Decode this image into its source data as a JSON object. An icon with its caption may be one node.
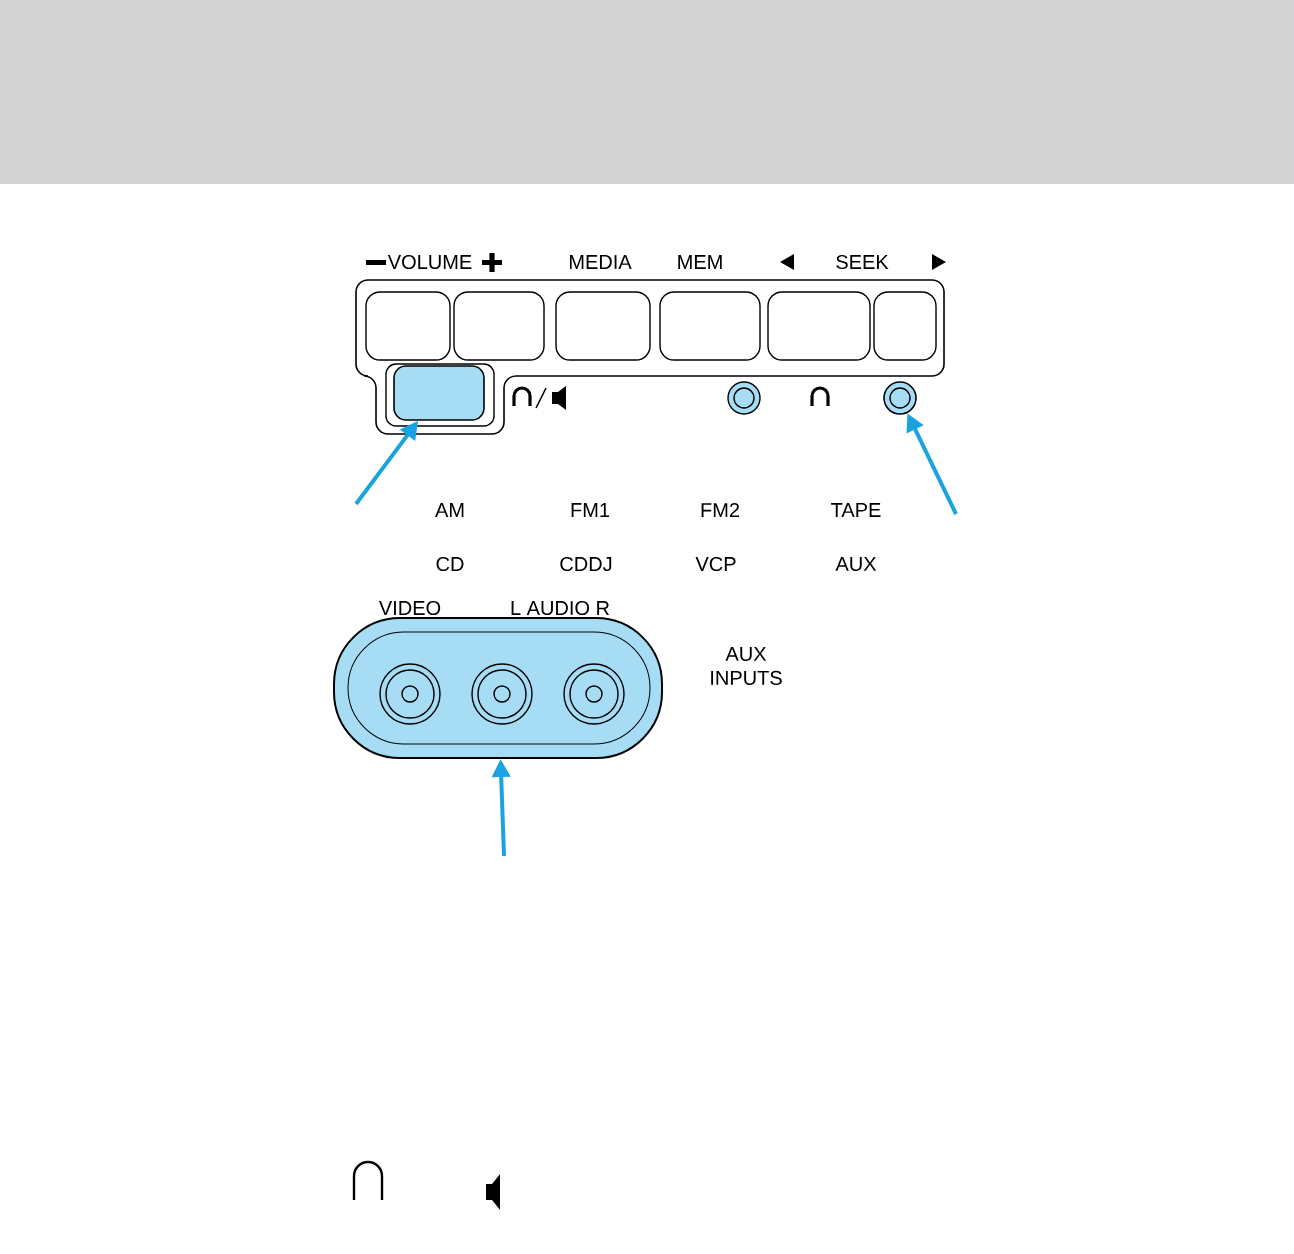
{
  "diagram": {
    "nodes": [
      {
        "text": [],
        "shape": "box"
      },
      {
        "text": [],
        "shape": "circle"
      },
      {
        "text": [],
        "shape": "box"
      }
    ],
    "edges": [
      {
        "from": null,
        "to": 0,
        "arrow": "to"
      },
      {
        "from": null,
        "to": 1,
        "arrow": "to"
      },
      {
        "from": null,
        "to": 2,
        "arrow": "to"
      }
    ],
    "labels": [
      "VOLUME",
      "MEDIA",
      "MEM",
      "SEEK",
      "AM",
      "FM1",
      "FM2",
      "TAPE",
      "CD",
      "CDDJ",
      "VCP",
      "AUX",
      "VIDEO",
      "L AUDIO R",
      "AUX INPUTS"
    ]
  }
}
